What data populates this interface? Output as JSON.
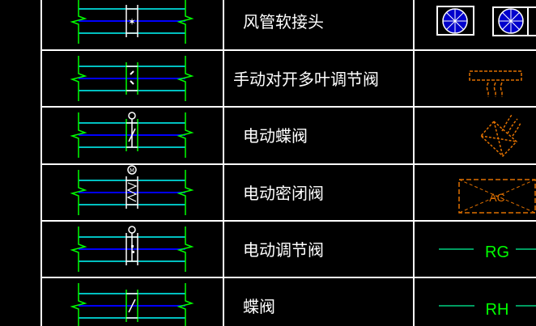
{
  "colors": {
    "background": "#000000",
    "grid": "#ffffff",
    "duct_edge": "#00ffff",
    "duct_center": "#0000ff",
    "break_line": "#00ff00",
    "symbol": "#ffffff",
    "equipment": "#e07000",
    "code_text": "#00ff00",
    "code_line": "#00d080"
  },
  "rows": [
    {
      "name": "风管软接头",
      "symbol": "flexible-joint"
    },
    {
      "name": "手动对开多叶调节阀",
      "symbol": "manual-multi-blade-damper"
    },
    {
      "name": "电动蝶阀",
      "symbol": "electric-butterfly-valve"
    },
    {
      "name": "电动密闭阀",
      "symbol": "electric-airtight-valve",
      "motor_label": "M"
    },
    {
      "name": "电动调节阀",
      "symbol": "electric-regulating-valve"
    },
    {
      "name": "蝶阀",
      "symbol": "butterfly-valve"
    }
  ],
  "right_column": {
    "ac_label": "AC",
    "codes": [
      "RG",
      "RH"
    ]
  }
}
